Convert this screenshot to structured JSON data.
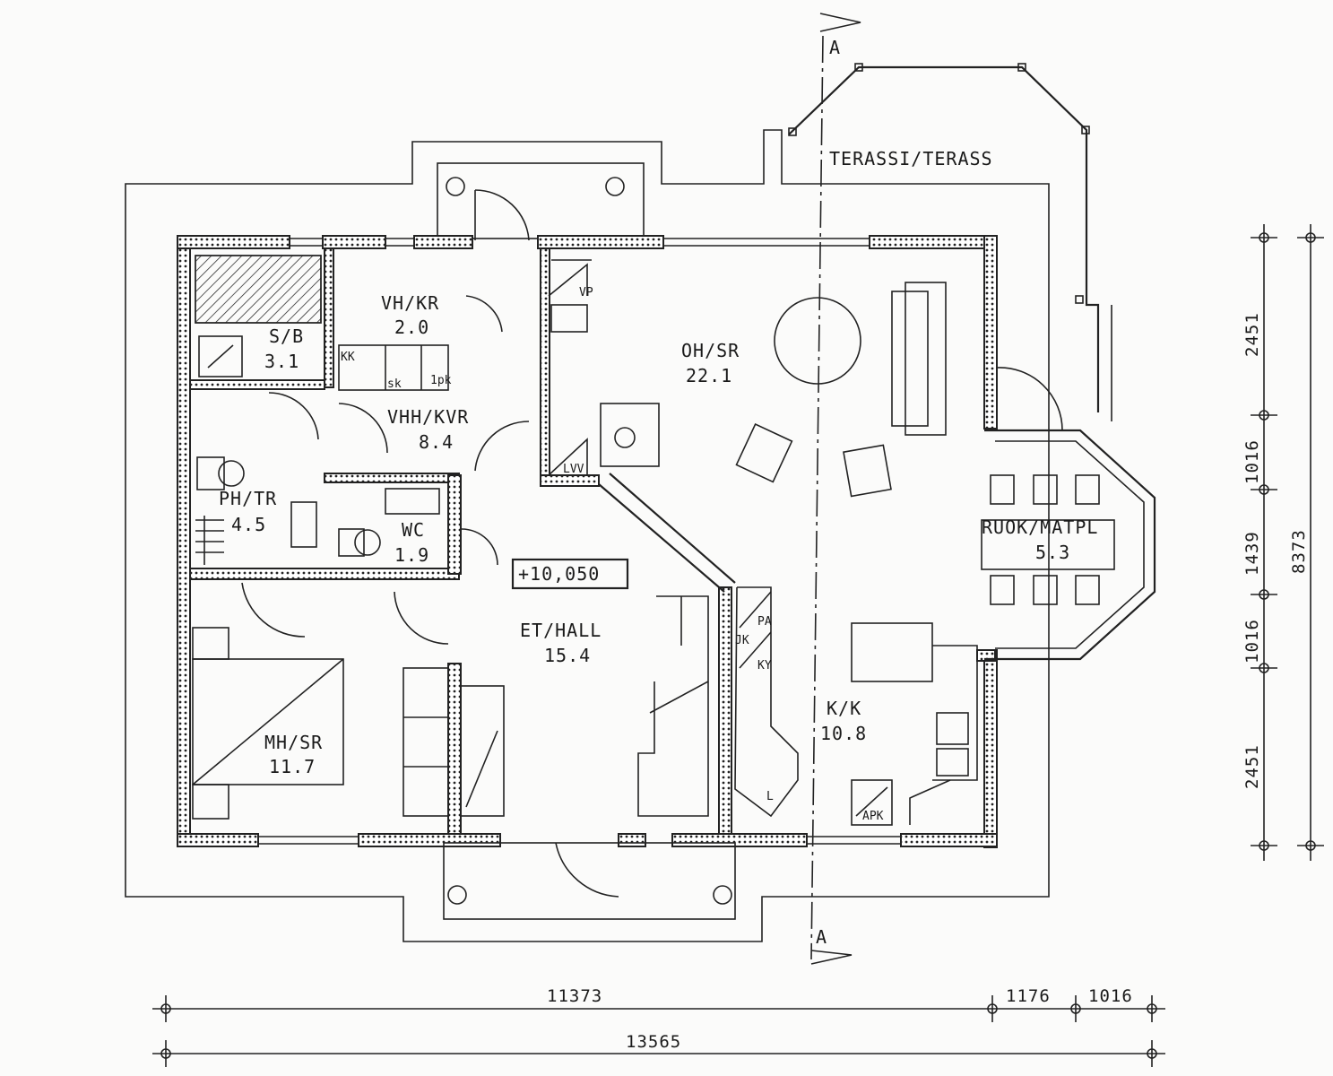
{
  "section_markers": {
    "top": "A",
    "bottom": "A"
  },
  "terrace_label": "TERASSI/TERASS",
  "rooms": {
    "vh_kr": {
      "name": "VH/KR",
      "area": "2.0"
    },
    "s_b": {
      "name": "S/B",
      "area": "3.1"
    },
    "vhh_kvr": {
      "name": "VHH/KVR",
      "area": "8.4"
    },
    "ph_tr": {
      "name": "PH/TR",
      "area": "4.5"
    },
    "wc": {
      "name": "WC",
      "area": "1.9"
    },
    "oh_sr": {
      "name": "OH/SR",
      "area": "22.1"
    },
    "ruok_matpl": {
      "name": "RUOK/MATPL",
      "area": "5.3"
    },
    "et_hall": {
      "name": "ET/HALL",
      "area": "15.4"
    },
    "k_k": {
      "name": "K/K",
      "area": "10.8"
    },
    "mh_sr": {
      "name": "MH/SR",
      "area": "11.7"
    }
  },
  "level_marker": "+10,050",
  "fixture_labels": {
    "kk": "KK",
    "sk": "sk",
    "one_pk": "1pk",
    "vp": "VP",
    "lvv": "LVV",
    "pa": "PA",
    "jk": "JK",
    "ky": "KY",
    "l": "L",
    "apk": "APK"
  },
  "dimensions": {
    "bottom_row1": [
      "11373",
      "1176",
      "1016"
    ],
    "bottom_row2": "13565",
    "right_inner": [
      "2451",
      "1016",
      "1439",
      "1016",
      "2451"
    ],
    "right_total": "8373"
  }
}
